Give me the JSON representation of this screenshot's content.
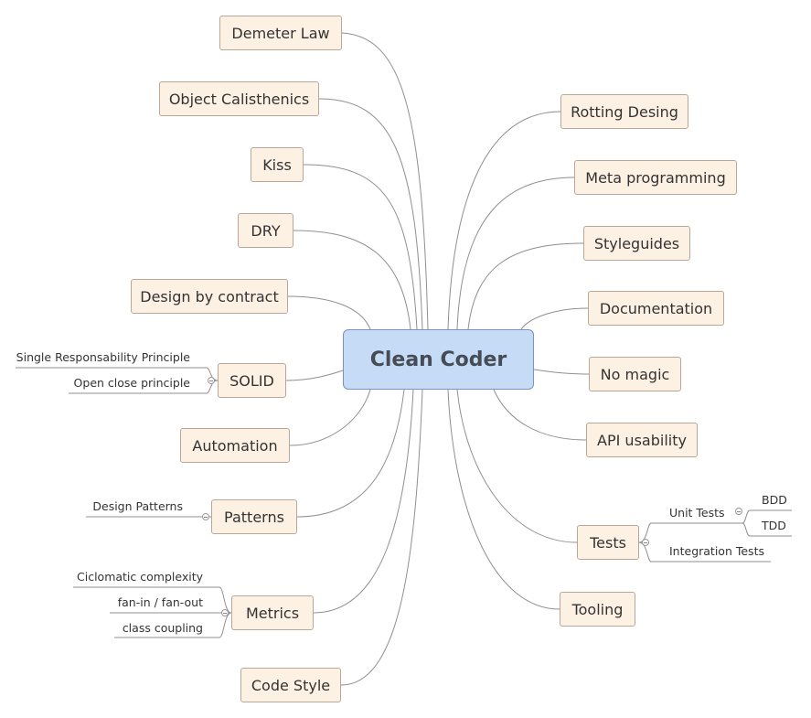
{
  "center": {
    "label": "Clean Coder"
  },
  "left_topics": [
    {
      "label": "Demeter Law"
    },
    {
      "label": "Object Calisthenics"
    },
    {
      "label": "Kiss"
    },
    {
      "label": "DRY"
    },
    {
      "label": "Design by contract"
    },
    {
      "label": "SOLID",
      "children": [
        "Single Responsability Principle",
        "Open close principle"
      ]
    },
    {
      "label": "Automation"
    },
    {
      "label": "Patterns",
      "children": [
        "Design Patterns"
      ]
    },
    {
      "label": "Metrics",
      "children": [
        "Ciclomatic complexity",
        "fan-in / fan-out",
        "class coupling"
      ]
    },
    {
      "label": "Code Style"
    }
  ],
  "right_topics": [
    {
      "label": "Rotting Desing"
    },
    {
      "label": "Meta programming"
    },
    {
      "label": "Styleguides"
    },
    {
      "label": "Documentation"
    },
    {
      "label": "No magic"
    },
    {
      "label": "API usability"
    },
    {
      "label": "Tests",
      "children": [
        {
          "label": "Unit Tests",
          "children": [
            "BDD",
            "TDD"
          ]
        },
        {
          "label": "Integration Tests"
        }
      ]
    },
    {
      "label": "Tooling"
    }
  ]
}
